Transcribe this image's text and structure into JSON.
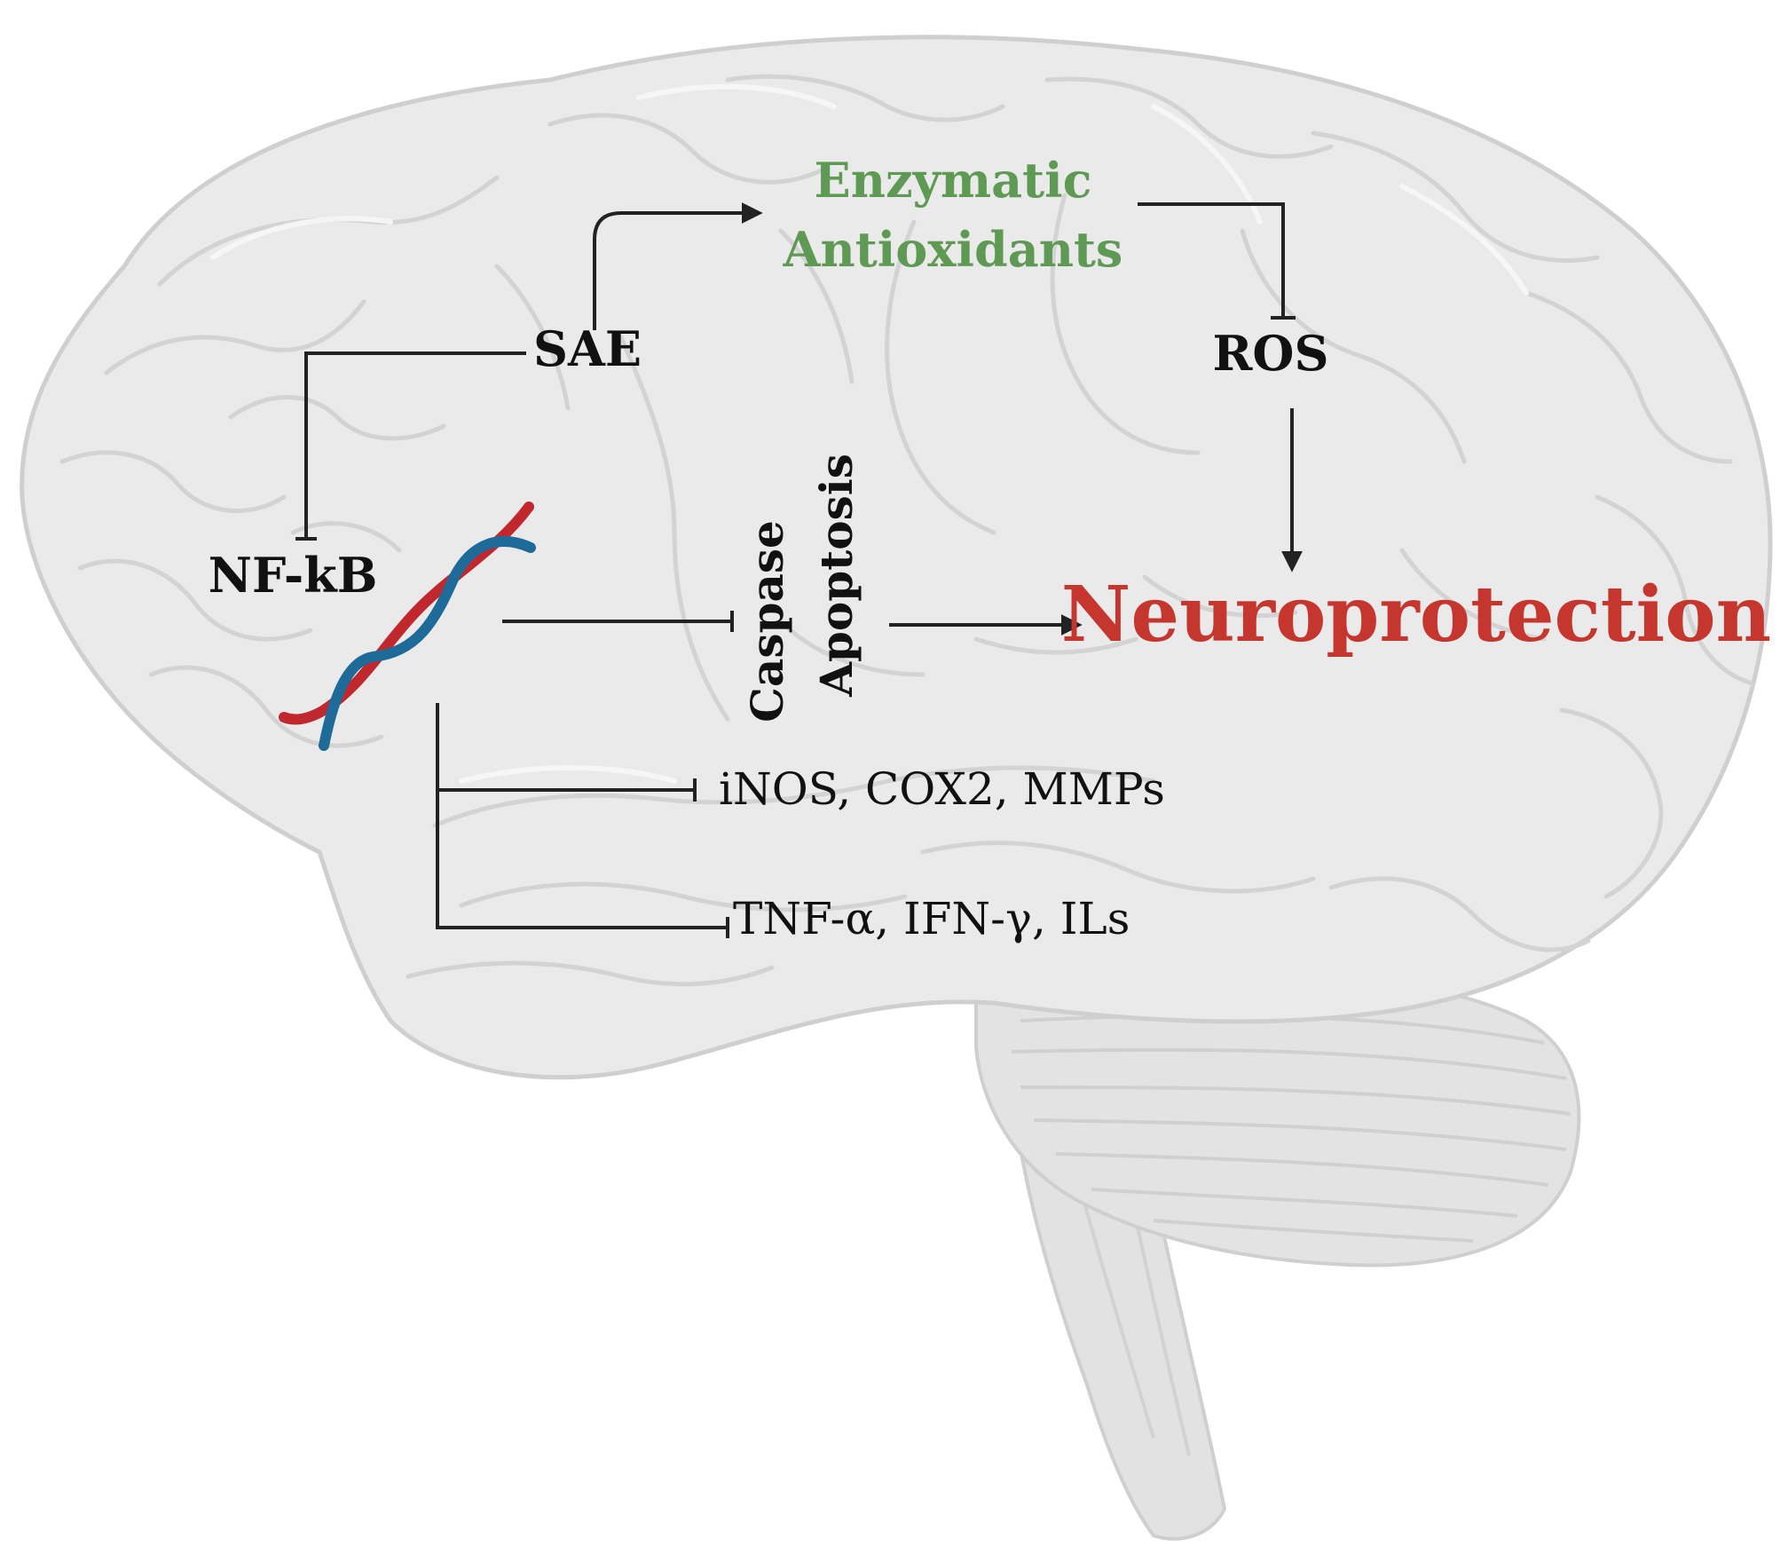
{
  "colors": {
    "brain_fill": "#e8e8e8",
    "brain_outline": "#cfcfcf",
    "sulci": "#d4d4d4",
    "arrow": "#222222",
    "green_text": "#5f9a55",
    "red_text": "#c5362f",
    "dna_red": "#c0282d",
    "dna_blue": "#1e6a98"
  },
  "icons": {
    "brain": "brain-icon",
    "dna": "dna-helix-icon"
  },
  "labels": {
    "enzymatic_line1": "Enzymatic",
    "enzymatic_line2": "Antioxidants",
    "sae": "SAE",
    "ros": "ROS",
    "nfkb": "NF-kB",
    "caspase": "Caspase",
    "apoptosis": "Apoptosis",
    "neuroprotection": "Neuroprotection",
    "inos": "iNOS, COX2, MMPs",
    "tnf": "TNF-α, IFN-γ, ILs"
  },
  "relations": [
    {
      "from": "SAE",
      "to": "Enzymatic Antioxidants",
      "type": "activation"
    },
    {
      "from": "SAE",
      "to": "NF-kB",
      "type": "inhibition"
    },
    {
      "from": "Enzymatic Antioxidants",
      "to": "ROS",
      "type": "inhibition"
    },
    {
      "from": "ROS",
      "to": "Neuroprotection",
      "type": "activation"
    },
    {
      "from": "NF-kB",
      "to": "Caspase Apoptosis",
      "type": "inhibition"
    },
    {
      "from": "Caspase Apoptosis",
      "to": "Neuroprotection",
      "type": "activation"
    },
    {
      "from": "NF-kB",
      "to": "iNOS, COX2, MMPs",
      "type": "inhibition"
    },
    {
      "from": "NF-kB",
      "to": "TNF-α, IFN-γ, ILs",
      "type": "inhibition"
    }
  ]
}
